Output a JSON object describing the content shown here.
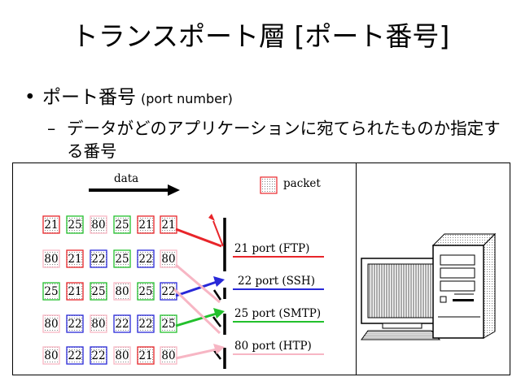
{
  "title": "トランスポート層 [ポート番号]",
  "bullet": {
    "marker": "•",
    "main": "ポート番号",
    "paren": "(port number)"
  },
  "subbullet": {
    "marker": "–",
    "text": "データがどのアプリケーションに宛てられたものか指定する番号"
  },
  "diagram": {
    "data_label": "data",
    "packet_legend": "packet",
    "colors": {
      "red": "#e8252a",
      "green": "#22c02c",
      "blue": "#2828d8",
      "pink": "#f7b6c4"
    },
    "rows": [
      {
        "cells": [
          {
            "value": "21",
            "color": "red"
          },
          {
            "value": "25",
            "color": "green"
          },
          {
            "value": "80",
            "color": "pink"
          },
          {
            "value": "25",
            "color": "green"
          },
          {
            "value": "21",
            "color": "red"
          },
          {
            "value": "21",
            "color": "red"
          }
        ],
        "arrow": "red"
      },
      {
        "cells": [
          {
            "value": "80",
            "color": "pink"
          },
          {
            "value": "21",
            "color": "red"
          },
          {
            "value": "22",
            "color": "blue"
          },
          {
            "value": "25",
            "color": "green"
          },
          {
            "value": "22",
            "color": "blue"
          },
          {
            "value": "80",
            "color": "pink"
          }
        ],
        "arrow": null
      },
      {
        "cells": [
          {
            "value": "25",
            "color": "green"
          },
          {
            "value": "21",
            "color": "red"
          },
          {
            "value": "25",
            "color": "green"
          },
          {
            "value": "80",
            "color": "pink"
          },
          {
            "value": "25",
            "color": "green"
          },
          {
            "value": "22",
            "color": "blue"
          }
        ],
        "arrow": "blue"
      },
      {
        "cells": [
          {
            "value": "80",
            "color": "pink"
          },
          {
            "value": "22",
            "color": "blue"
          },
          {
            "value": "80",
            "color": "pink"
          },
          {
            "value": "22",
            "color": "blue"
          },
          {
            "value": "22",
            "color": "blue"
          },
          {
            "value": "25",
            "color": "green"
          }
        ],
        "arrow": "green"
      },
      {
        "cells": [
          {
            "value": "80",
            "color": "pink"
          },
          {
            "value": "22",
            "color": "blue"
          },
          {
            "value": "22",
            "color": "blue"
          },
          {
            "value": "80",
            "color": "pink"
          },
          {
            "value": "21",
            "color": "red"
          },
          {
            "value": "80",
            "color": "pink"
          }
        ],
        "arrow": "pink"
      }
    ],
    "ports": [
      {
        "label": "21 port (FTP)",
        "color": "red"
      },
      {
        "label": "22 port (SSH)",
        "color": "blue"
      },
      {
        "label": "25 port (SMTP)",
        "color": "green"
      },
      {
        "label": "80 port (HTP)",
        "color": "pink"
      }
    ]
  }
}
